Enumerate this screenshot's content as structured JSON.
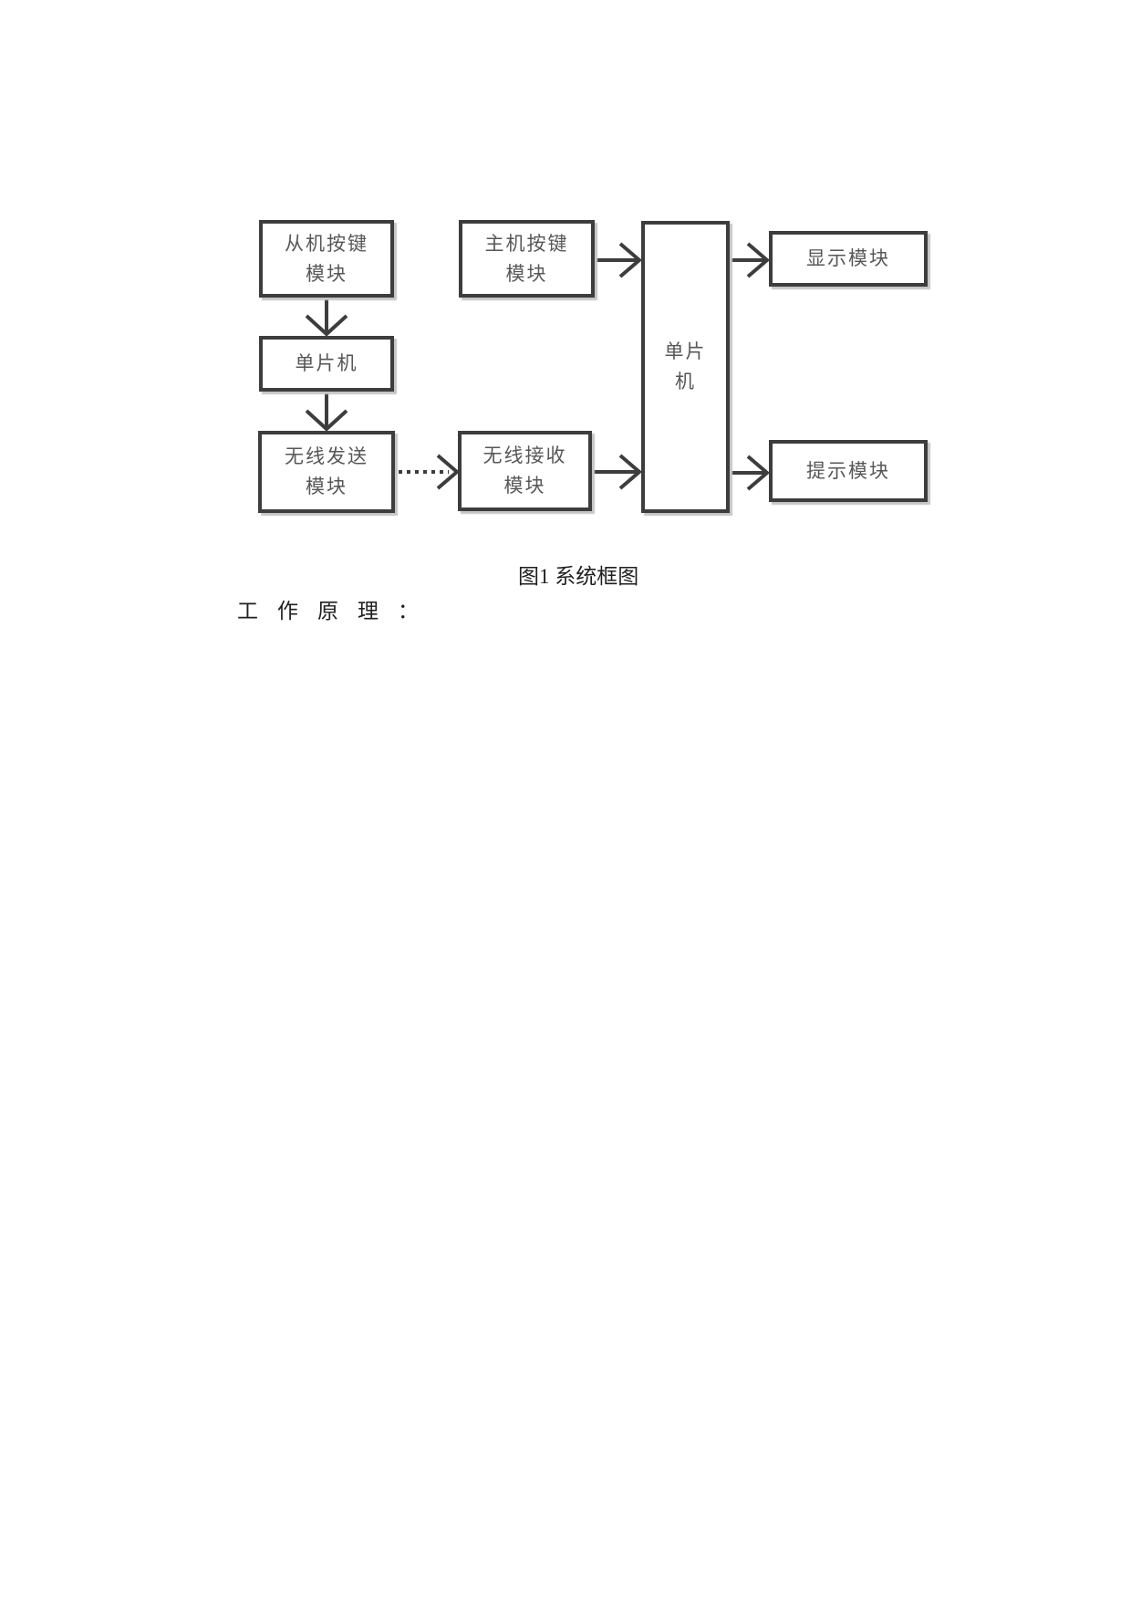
{
  "figure": {
    "boxes": {
      "slave_key": {
        "lines": [
          "从机按键",
          "模块"
        ]
      },
      "master_key": {
        "lines": [
          "主机按键",
          "模块"
        ]
      },
      "slave_mcu": {
        "lines": [
          "单片机"
        ]
      },
      "wireless_tx": {
        "lines": [
          "无线发送",
          "模块"
        ]
      },
      "wireless_rx": {
        "lines": [
          "无线接收",
          "模块"
        ]
      },
      "master_mcu": {
        "lines": [
          "单片",
          "机"
        ]
      },
      "display": {
        "lines": [
          "显示模块"
        ]
      },
      "alert": {
        "lines": [
          "提示模块"
        ]
      }
    },
    "colors": {
      "border": "#3d3d3d",
      "label": "#575757",
      "arrow": "#3d3d3d",
      "shadow": "#c6c6c6"
    },
    "caption": "图1 系统框图"
  },
  "document": {
    "working_principle_label": "工作原理："
  }
}
